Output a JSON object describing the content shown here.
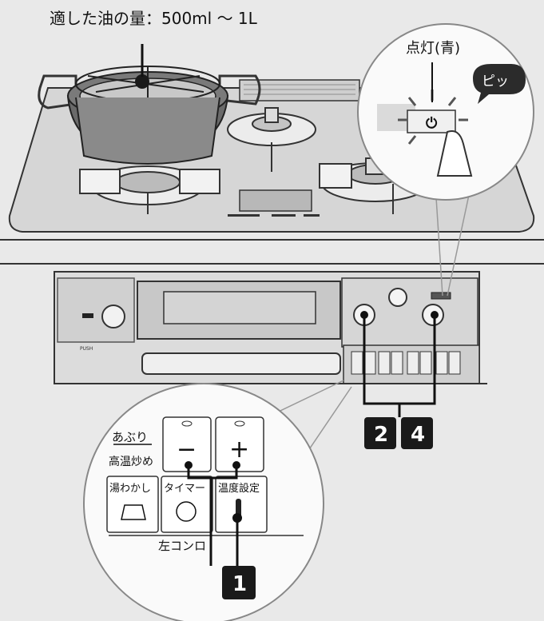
{
  "top_caption": "適した油の量：500ml ～ 1L",
  "light_caption": "点灯(青)",
  "beep_bubble": "ピッ",
  "callouts": {
    "c1": "1",
    "c2": "2",
    "c4": "4"
  },
  "panel": {
    "partial_top": "あぶり",
    "partial_bottom": "高温炒め",
    "minus_label": "−",
    "plus_label": "+",
    "yuwakashi": "湯わかし",
    "timer": "タイマー",
    "temp_setting": "温度設定",
    "left_burner": "左コンロ"
  },
  "grill": {
    "push_label": "PUSH"
  },
  "colors": {
    "callout": "#1a1a1a",
    "stove_fill": "#d4d4d4",
    "background": "#e9e9e9",
    "bubble": "#2b2b2b"
  }
}
